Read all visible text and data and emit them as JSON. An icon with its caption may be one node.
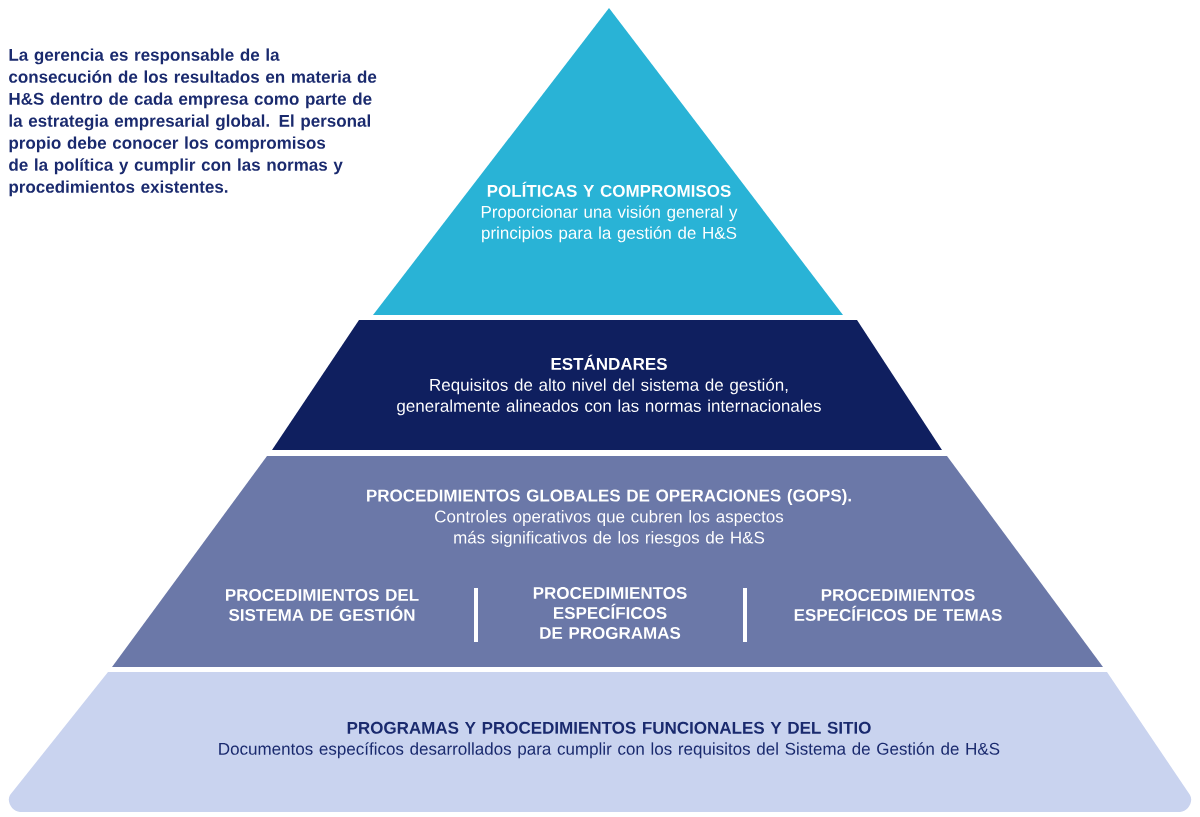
{
  "diagram": {
    "nodes": [
      {
        "text": [
          "POLÍTICAS Y COMPROMISOS",
          "Proporcionar una visión general y principios para la gestión de H&S"
        ]
      },
      {
        "text": [
          "ESTÁNDARES",
          "Requisitos de alto nivel del sistema de gestión, generalmente alineados con las normas internacionales"
        ]
      },
      {
        "text": [
          "PROCEDIMIENTOS GLOBALES DE OPERACIONES (GOPS).",
          "Controles operativos que cubren los aspectos más significativos de los riesgos de H&S",
          "PROCEDIMIENTOS DEL SISTEMA  DE GESTIÓN",
          "PROCEDIMIENTOS ESPECÍFICOS DE PROGRAMAS",
          "PROCEDIMIENTOS ESPECÍFICOS DE TEMAS"
        ]
      },
      {
        "text": [
          "PROGRAMAS Y PROCEDIMIENTOS FUNCIONALES Y DEL SITIO",
          "Documentos específicos desarrollados para cumplir con los requisitos del Sistema de Gestión de H&S"
        ]
      }
    ],
    "labels": [
      "La gerencia es responsable de la consecución de los resultados en materia de H&S dentro de cada empresa como parte de la estrategia empresarial global. El personal propio debe conocer los compromisos de la política y cumplir con las normas y procedimientos existentes."
    ]
  }
}
